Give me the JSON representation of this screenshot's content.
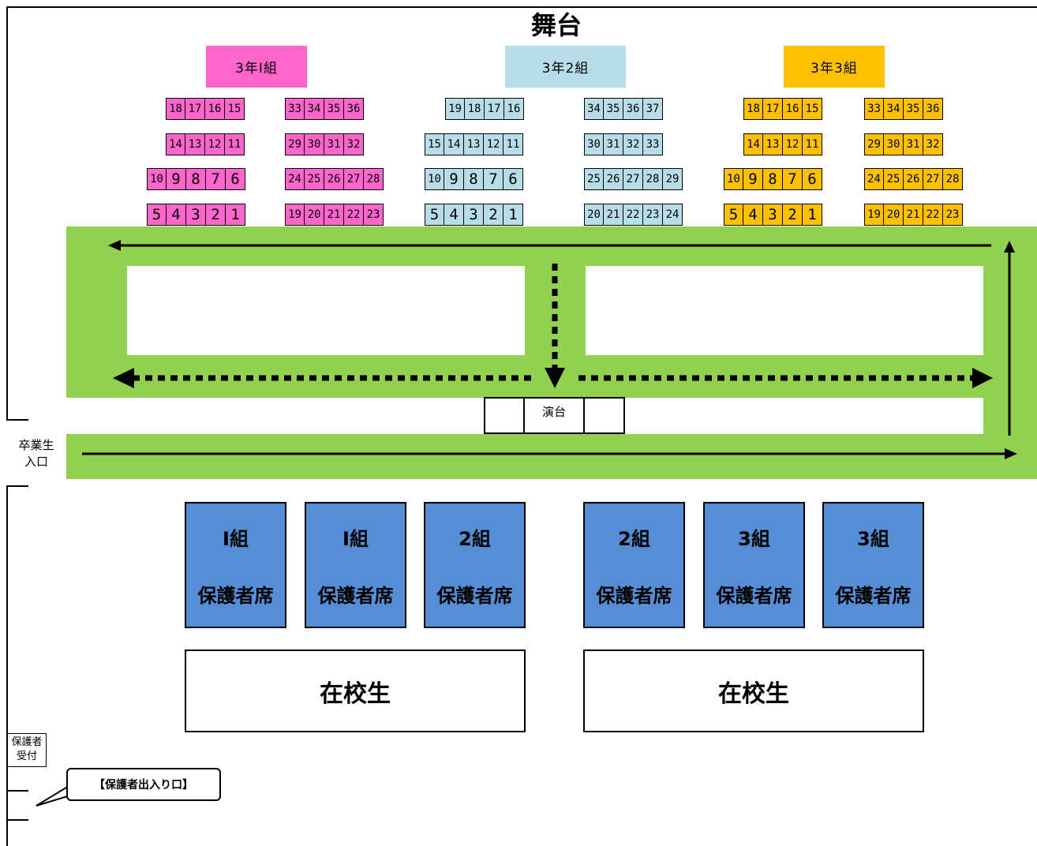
{
  "stage_label": "舞台",
  "class_labels": [
    {
      "text": "3年Ⅰ組",
      "color": "#ff66cc"
    },
    {
      "text": "3年2組",
      "color": "#b7dde8"
    },
    {
      "text": "3年3組",
      "color": "#ffc000"
    }
  ],
  "seat_groups": [
    {
      "color": "#ff66cc",
      "rows": [
        [
          "18",
          "17",
          "16",
          "15"
        ],
        [
          "14",
          "13",
          "12",
          "11"
        ],
        [
          "10",
          "9",
          "8",
          "7",
          "6"
        ],
        [
          "5",
          "4",
          "3",
          "2",
          "1"
        ]
      ]
    },
    {
      "color": "#ff66cc",
      "rows": [
        [
          "33",
          "34",
          "35",
          "36"
        ],
        [
          "29",
          "30",
          "31",
          "32"
        ],
        [
          "24",
          "25",
          "26",
          "27",
          "28"
        ],
        [
          "19",
          "20",
          "21",
          "22",
          "23"
        ]
      ]
    },
    {
      "color": "#b7dde8",
      "rows": [
        [
          "19",
          "18",
          "17",
          "16"
        ],
        [
          "15",
          "14",
          "13",
          "12",
          "11"
        ],
        [
          "10",
          "9",
          "8",
          "7",
          "6"
        ],
        [
          "5",
          "4",
          "3",
          "2",
          "1"
        ]
      ]
    },
    {
      "color": "#b7dde8",
      "rows": [
        [
          "34",
          "35",
          "36",
          "37"
        ],
        [
          "30",
          "31",
          "32",
          "33"
        ],
        [
          "25",
          "26",
          "27",
          "28",
          "29"
        ],
        [
          "20",
          "21",
          "22",
          "23",
          "24"
        ]
      ]
    },
    {
      "color": "#ffc000",
      "rows": [
        [
          "18",
          "17",
          "16",
          "15"
        ],
        [
          "14",
          "13",
          "12",
          "11"
        ],
        [
          "10",
          "9",
          "8",
          "7",
          "6"
        ],
        [
          "5",
          "4",
          "3",
          "2",
          "1"
        ]
      ]
    },
    {
      "color": "#ffc000",
      "rows": [
        [
          "33",
          "34",
          "35",
          "36"
        ],
        [
          "29",
          "30",
          "31",
          "32"
        ],
        [
          "24",
          "25",
          "26",
          "27",
          "28"
        ],
        [
          "19",
          "20",
          "21",
          "22",
          "23"
        ]
      ]
    }
  ],
  "path_color": "#92d050",
  "podium_label": "演台",
  "graduate_entrance": {
    "line1": "卒業生",
    "line2": "入口"
  },
  "parent_color": "#558ed5",
  "parent_seats": [
    {
      "cls": "Ⅰ組",
      "label": "保護者席"
    },
    {
      "cls": "Ⅰ組",
      "label": "保護者席"
    },
    {
      "cls": "2組",
      "label": "保護者席"
    },
    {
      "cls": "2組",
      "label": "保護者席"
    },
    {
      "cls": "3組",
      "label": "保護者席"
    },
    {
      "cls": "3組",
      "label": "保護者席"
    }
  ],
  "current_students": [
    "在校生",
    "在校生"
  ],
  "parent_reception": {
    "line1": "保護者",
    "line2": "受付"
  },
  "parent_entrance_callout": "【保護者出入り口】"
}
